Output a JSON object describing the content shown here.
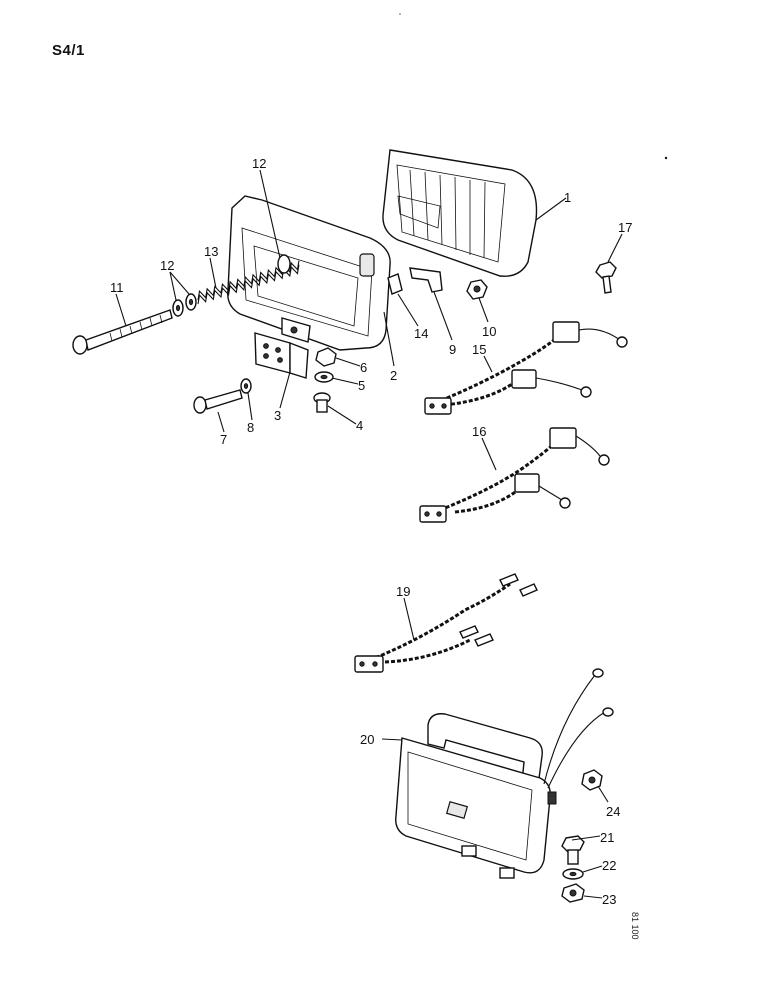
{
  "page_code": "S4/1",
  "drawing_ref": "81 100",
  "callouts": [
    "1",
    "2",
    "3",
    "4",
    "5",
    "6",
    "7",
    "8",
    "9",
    "10",
    "11",
    "12",
    "12",
    "13",
    "14",
    "15",
    "16",
    "17",
    "19",
    "20",
    "21",
    "22",
    "23",
    "24"
  ]
}
